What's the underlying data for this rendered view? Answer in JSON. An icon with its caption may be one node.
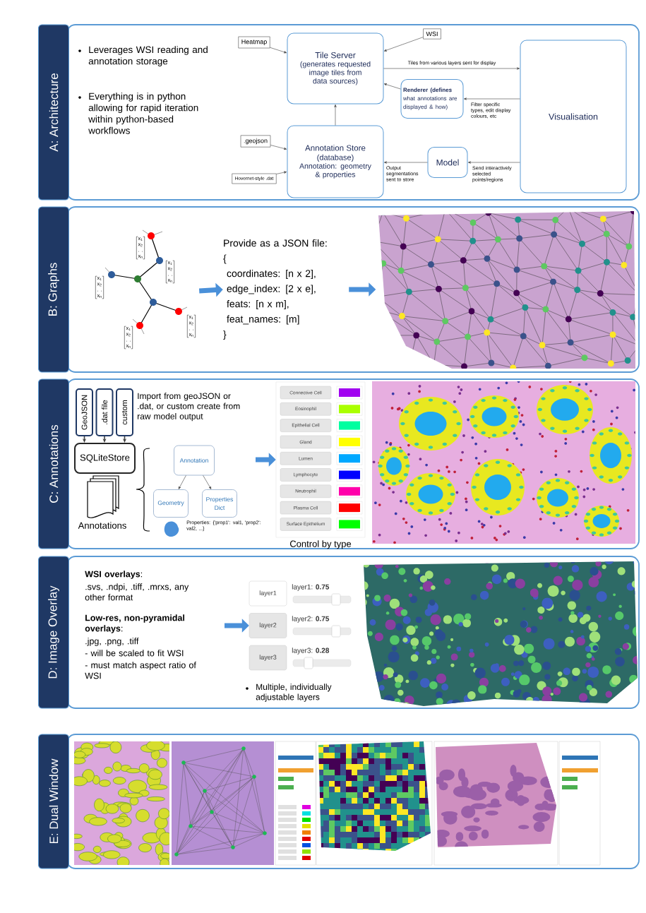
{
  "diagram": {
    "nodes": [
      {
        "text": [
          "A: Architecture"
        ]
      },
      {
        "text": [
          "Heatmap"
        ],
        "in": 0
      },
      {
        "text": [
          "WSI"
        ],
        "in": 0
      },
      {
        "text": [
          "Tile Server",
          "(generates requested image tiles from data sources)"
        ],
        "in": 0
      },
      {
        "text": [
          "Visualisation"
        ],
        "in": 0
      },
      {
        "text": [
          "**Renderer (defines** what annotations are displayed & how)"
        ],
        "in": 0
      },
      {
        "text": [
          ".geojson"
        ],
        "in": 0
      },
      {
        "text": [
          "Hovernet-style .dat"
        ],
        "in": 0
      },
      {
        "text": [
          "Annotation Store",
          "(database)",
          "Annotation: geometry & properties"
        ],
        "in": 0
      },
      {
        "text": [
          "Model"
        ],
        "in": 0
      },
      {
        "text": [
          "B: Graphs"
        ]
      },
      {
        "text": [
          "x$_{1}$ x$_{2}$ . . x$_{n}$",
          "x$_{1}$ x$_{2}$ . . x$_{n}$",
          "x$_{1}$ x$_{2}$ . . x$_{n}$",
          "x$_{1}$ x$_{2}$ . . x$_{n}$",
          "x$_{1}$ x$_{2}$ . . x$_{n}$"
        ],
        "in": 10
      },
      {
        "text": [
          "Provide as a JSON file:",
          "{",
          "coordinates: [n x 2],",
          "edge_index: [2 x e],",
          "feats: [n x m],",
          "feat_names: [m]",
          "}"
        ],
        "in": 10
      },
      {
        "text": [],
        "shape": "picture",
        "in": 10
      },
      {
        "text": [
          "C: Annotations"
        ]
      },
      {
        "text": [
          "GeoJSON"
        ],
        "in": 14
      },
      {
        "text": [
          ".dat file"
        ],
        "in": 14
      },
      {
        "text": [
          "custom"
        ],
        "in": 14
      },
      {
        "text": [
          "SQLiteStore"
        ],
        "in": 14
      },
      {
        "text": [
          "Annotations"
        ],
        "in": 14
      },
      {
        "text": [
          "Annotation"
        ],
        "in": 14
      },
      {
        "text": [
          "Geometry"
        ],
        "in": 14
      },
      {
        "text": [
          "Properties Dict"
        ],
        "in": 14
      },
      {
        "text": [
          "Control by type"
        ],
        "in": 14
      },
      {
        "text": [
          "D: Image Overlay"
        ]
      },
      {
        "text": [
          "layer1"
        ],
        "in": 24
      },
      {
        "text": [
          "layer2"
        ],
        "in": 24
      },
      {
        "text": [
          "layer3"
        ],
        "in": 24
      },
      {
        "text": [
          "E: Dual Window"
        ]
      }
    ],
    "edges": [
      {
        "from": 1,
        "to": 3,
        "arrow": "to"
      },
      {
        "from": 2,
        "to": 3,
        "arrow": "to"
      },
      {
        "from": 3,
        "to": 4,
        "arrow": "to",
        "label": "Tiles from various layers sent for display"
      },
      {
        "from": 4,
        "to": 5,
        "arrow": "to",
        "label": "Filter specific types, edit display colours, etc"
      },
      {
        "from": 5,
        "to": 3,
        "arrow": "to"
      },
      {
        "from": 8,
        "to": 3,
        "arrow": "to"
      },
      {
        "from": 6,
        "to": 8,
        "arrow": "to"
      },
      {
        "from": 7,
        "to": 8,
        "arrow": "to"
      },
      {
        "from": 4,
        "to": 9,
        "arrow": "to",
        "label": "Send interactively selected points/regions"
      },
      {
        "from": 9,
        "to": 8,
        "arrow": "to",
        "label": "Output segmentations sent to store"
      },
      {
        "from": 11,
        "to": 12,
        "arrow": "to",
        "style": "thick",
        "color": "#4a90d9"
      },
      {
        "from": 12,
        "to": 13,
        "arrow": "to",
        "style": "thick",
        "color": "#4a90d9"
      },
      {
        "from": 15,
        "to": 18,
        "arrow": "to"
      },
      {
        "from": 16,
        "to": 18,
        "arrow": "to"
      },
      {
        "from": 17,
        "to": 18,
        "arrow": "to"
      },
      {
        "from": 20,
        "to": 21,
        "arrow": "to"
      },
      {
        "from": 20,
        "to": 22,
        "arrow": "to"
      },
      {
        "from": null,
        "to": 23,
        "arrow": "to",
        "style": "thick",
        "color": "#4a90d9"
      },
      {
        "from": null,
        "to": 26,
        "arrow": "to",
        "style": "thick",
        "color": "#4a90d9"
      }
    ],
    "labels": [
      "Leverages WSI reading and annotation storage",
      "Everything is in python allowing for rapid iteration within python-based workflows",
      "Import from geoJSON or .dat, or custom create from raw model output",
      "Properties: {'prop1': val1, 'prop2': val2, ...}",
      "**WSI overlays**:",
      ".svs, .ndpi, .tiff, .mrxs, any other format",
      "**Low-res, non-pyramidal overlays**:",
      ".jpg, .png, .tiff",
      "- will be scaled to fit WSI",
      "- must match aspect ratio of WSI",
      "layer1: **0.75**",
      "layer2: **0.75**",
      "layer3: **0.28**",
      "Multiple, individually adjustable layers"
    ],
    "legend": [
      {
        "text": "Connective Cell",
        "color": "#a000f0"
      },
      {
        "text": "Eosinophil",
        "color": "#aaff00"
      },
      {
        "text": "Epithelial Cell",
        "color": "#00ffa0"
      },
      {
        "text": "Gland",
        "color": "#ffff00"
      },
      {
        "text": "Lumen",
        "color": "#00a8ff"
      },
      {
        "text": "Lymphocyte",
        "color": "#0000ff"
      },
      {
        "text": "Neutrophil",
        "color": "#ff00aa"
      },
      {
        "text": "Plasma Cell",
        "color": "#ff0000"
      },
      {
        "text": "Surface Epithelium",
        "color": "#00ff00"
      }
    ]
  }
}
